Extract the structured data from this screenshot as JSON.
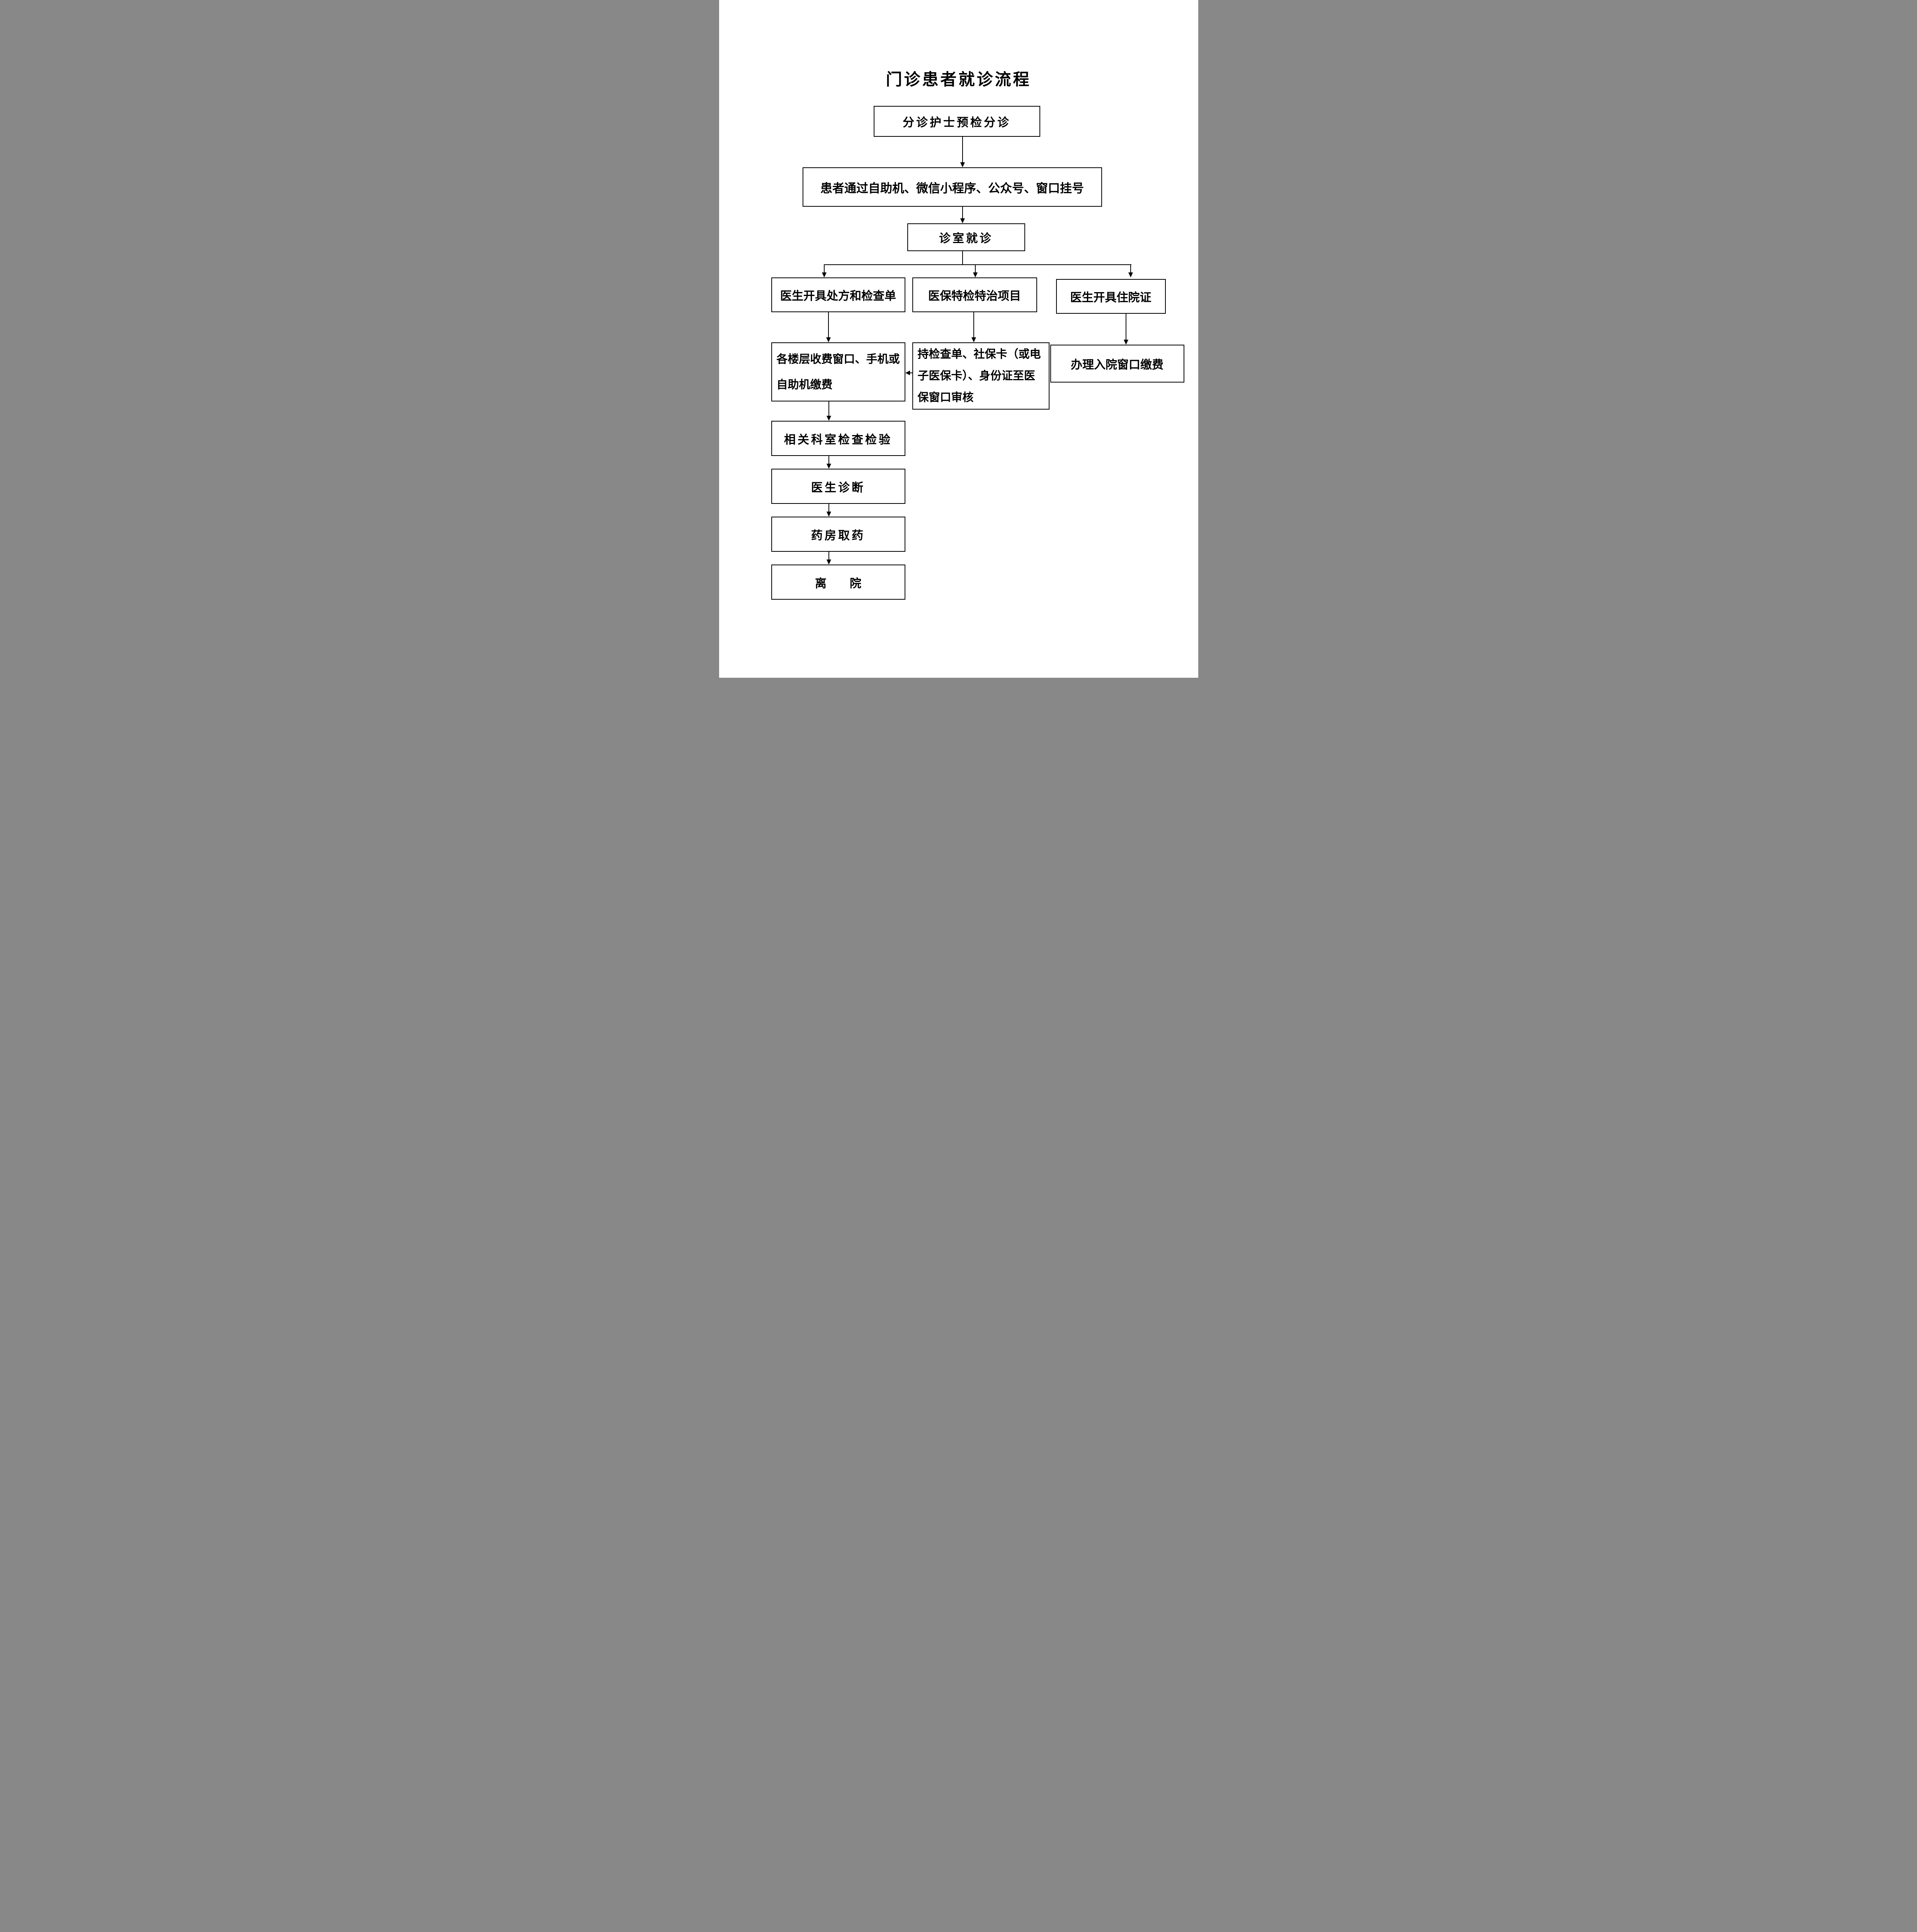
{
  "page": {
    "title": "门诊患者就诊流程"
  },
  "colors": {
    "ink": "#000000",
    "paper": "#ffffff"
  },
  "boxes": {
    "triage": "分诊护士预检分诊",
    "register": "患者通过自助机、微信小程序、公众号、窗口挂号",
    "consult": "诊室就诊",
    "prescription": "医生开具处方和检查单",
    "special": "医保特检特治项目",
    "admission_cert": "医生开具住院证",
    "pay_lines": [
      "各楼层收费窗口、手机或",
      "自助机缴费"
    ],
    "insurance_lines": [
      "持检查单、社保卡（或电",
      "子医保卡）、身份证至医",
      "保窗口审核"
    ],
    "admission_pay": "办理入院窗口缴费",
    "exam": "相关科室检查检验",
    "diagnosis": "医生诊断",
    "pharmacy": "药房取药",
    "leave": "离　　院"
  }
}
